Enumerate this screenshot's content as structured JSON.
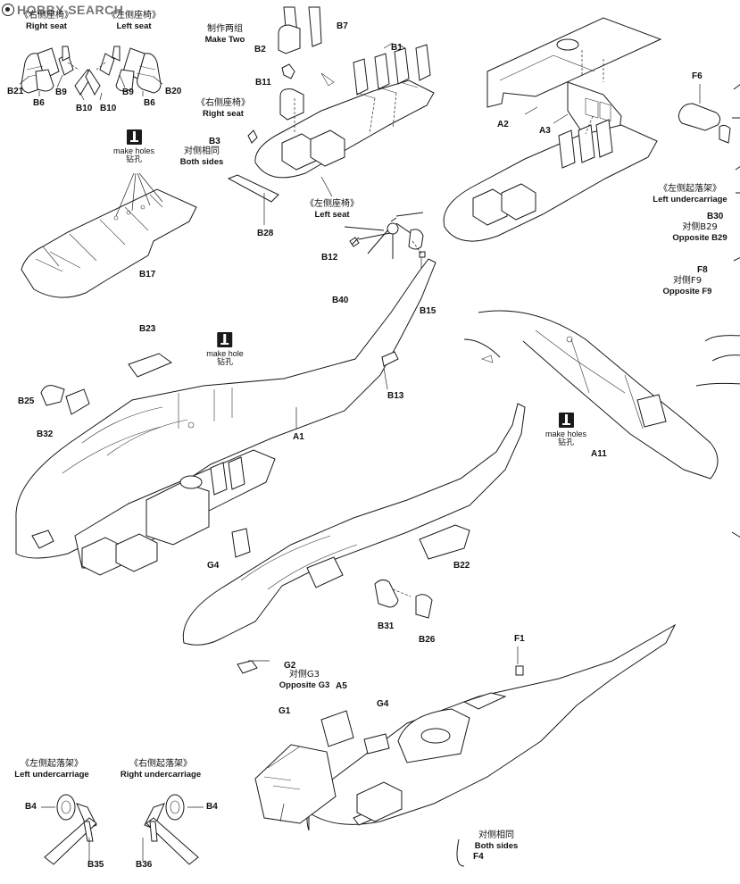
{
  "header": {
    "logo_text": "HOBBY SEARCH"
  },
  "drill_symbols": [
    {
      "id": "drill-1",
      "line1": "make holes",
      "line2": "钻孔"
    },
    {
      "id": "drill-2",
      "line1": "make hole",
      "line2": "钻孔"
    },
    {
      "id": "drill-3",
      "line1": "make holes",
      "line2": "钻孔"
    }
  ],
  "captions": {
    "right_seat_top": {
      "cn": "《右侧座椅》",
      "en": "Right seat"
    },
    "left_seat_top": {
      "cn": "《左侧座椅》",
      "en": "Left seat"
    },
    "make_two": {
      "cn": "制作两组",
      "en": "Make Two"
    },
    "right_seat_mid": {
      "cn": "《右侧座椅》",
      "en": "Right seat"
    },
    "both_sides_b3": {
      "cn": "对侧相同",
      "en": "Both sides"
    },
    "left_seat_mid": {
      "cn": "《左侧座椅》",
      "en": "Left seat"
    },
    "left_undercarriage_right": {
      "cn": "《左侧起落架》",
      "en": "Left undercarriage"
    },
    "opposite_b29": {
      "cn": "对侧B29",
      "en": "Opposite B29"
    },
    "opposite_f9": {
      "cn": "对侧F9",
      "en": "Opposite F9"
    },
    "opposite_g3": {
      "cn": "对侧G3",
      "en": "Opposite G3"
    },
    "left_undercarriage_bottom": {
      "cn": "《左侧起落架》",
      "en": "Left undercarriage"
    },
    "right_undercarriage_bottom": {
      "cn": "《右侧起落架》",
      "en": "Right undercarriage"
    },
    "both_sides_f4": {
      "cn": "对侧相同",
      "en": "Both sides"
    }
  },
  "parts": {
    "B7": "B7",
    "B2": "B2",
    "B11": "B11",
    "B1": "B1",
    "A2": "A2",
    "A3": "A3",
    "F6": "F6",
    "B21": "B21",
    "B6a": "B6",
    "B9a": "B9",
    "B10a": "B10",
    "B10b": "B10",
    "B9b": "B9",
    "B6b": "B6",
    "B20": "B20",
    "B3": "B3",
    "B28": "B28",
    "B17": "B17",
    "B30": "B30",
    "F8": "F8",
    "B12": "B12",
    "B40": "B40",
    "B15": "B15",
    "B23": "B23",
    "B13": "B13",
    "B25": "B25",
    "B32": "B32",
    "A1": "A1",
    "A11": "A11",
    "G4a": "G4",
    "B22": "B22",
    "B31": "B31",
    "B26": "B26",
    "G2": "G2",
    "F1": "F1",
    "A5": "A5",
    "G1": "G1",
    "G4b": "G4",
    "B4a": "B4",
    "B4b": "B4",
    "B35": "B35",
    "B36": "B36",
    "F4": "F4"
  }
}
